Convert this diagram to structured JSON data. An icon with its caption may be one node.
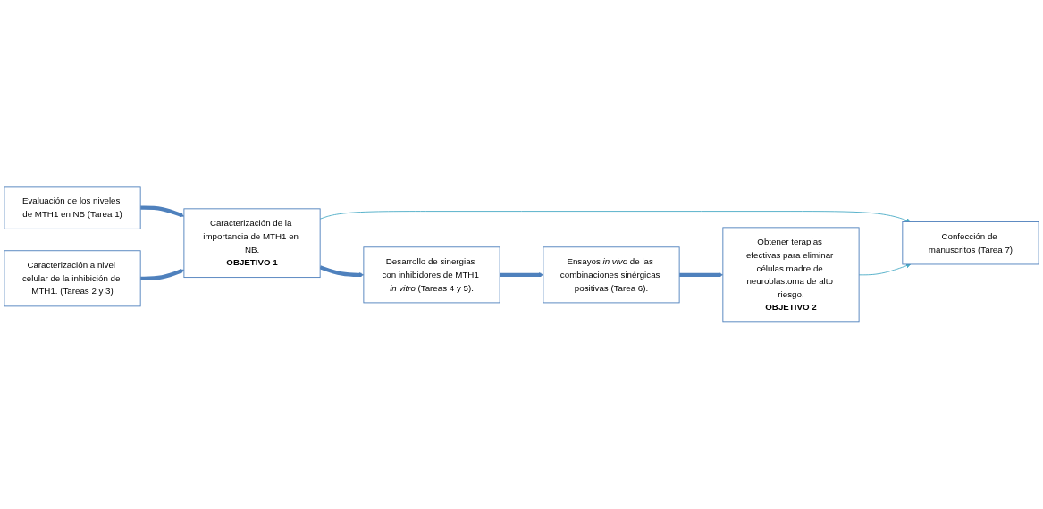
{
  "diagram": {
    "nodes": [
      {
        "text": [
          "Evaluación de los niveles de MTH1 en NB (Tarea 1)"
        ]
      },
      {
        "text": [
          "Caracterización a nivel celular de la inhibición de MTH1. (Tareas 2 y 3)"
        ]
      },
      {
        "text": [
          "Caracterización de la importancia de MTH1 en NB.",
          "OBJETIVO 1"
        ]
      },
      {
        "text": [
          "Desarrollo de sinergias con inhibidores de MTH1 *in vitro* (Tareas 4 y 5)."
        ]
      },
      {
        "text": [
          "Ensayos *in vivo* de las combinaciones sinérgicas positivas (Tarea 6)."
        ]
      },
      {
        "text": [
          "Obtener terapias efectivas para eliminar células madre de neuroblastoma de alto riesgo.",
          "OBJETIVO 2"
        ]
      },
      {
        "text": [
          "Confección de manuscritos (Tarea 7)"
        ]
      }
    ],
    "edges": [
      {
        "from": 0,
        "to": 2,
        "arrow": "to"
      },
      {
        "from": 1,
        "to": 2,
        "arrow": "to"
      },
      {
        "from": 2,
        "to": 3,
        "arrow": "to"
      },
      {
        "from": 3,
        "to": 4,
        "arrow": "to"
      },
      {
        "from": 4,
        "to": 5,
        "arrow": "to"
      },
      {
        "from": 2,
        "to": 6,
        "arrow": "to",
        "color": "#4bacc6"
      },
      {
        "from": 5,
        "to": 6,
        "arrow": "to",
        "color": "#4bacc6"
      }
    ]
  }
}
